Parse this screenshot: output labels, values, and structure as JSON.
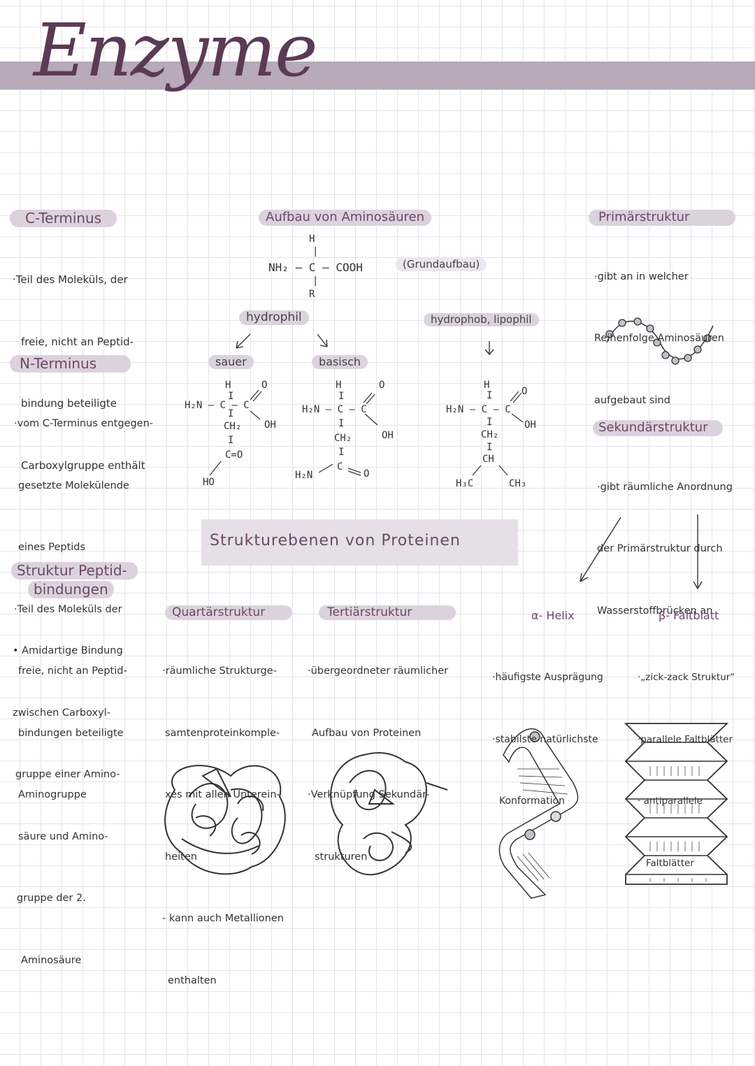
{
  "title": "Enzyme",
  "center": {
    "heading": "Aufbau von Aminosäuren",
    "grundaufbau": "(Grundaufbau)",
    "formula": {
      "h": "H",
      "nh2": "NH₂ – C – COOH",
      "r": "R"
    },
    "hydrophil": "hydrophil",
    "hydrophob": "hydrophob, lipophil",
    "sauer": "sauer",
    "basisch": "basisch"
  },
  "left": {
    "c_terminus": {
      "heading": "C-Terminus",
      "lines": [
        "·Teil des Moleküls, der",
        "freie, nicht an Peptid-",
        "bindung beteiligte",
        "Carboxylgruppe enthält"
      ]
    },
    "n_terminus": {
      "heading": "N-Terminus",
      "lines": [
        "·vom C-Terminus entgegen-",
        "gesetzte Molekülende",
        "eines Peptids",
        "·Teil des Moleküls der",
        "freie, nicht an Peptid-",
        "bindungen beteiligte",
        "Aminogruppe"
      ]
    },
    "peptid": {
      "heading1": "Struktur Peptid-",
      "heading2": "bindungen",
      "lines": [
        "• Amidartige Bindung",
        "zwischen Carboxyl-",
        "gruppe einer Amino-",
        "säure und Amino-",
        "gruppe der 2.",
        "Aminosäure"
      ]
    }
  },
  "right": {
    "primaer": {
      "heading": "Primärstruktur",
      "lines": [
        "·gibt an in welcher",
        "Reihenfolge Aminosäuren",
        "aufgebaut sind"
      ]
    },
    "sekundaer": {
      "heading": "Sekundärstruktur",
      "lines": [
        "·gibt räumliche Anordnung",
        "der Primärstruktur durch",
        "Wasserstoffbrücken an"
      ]
    }
  },
  "strukturebenen": "Strukturebenen von Proteinen",
  "bottom": {
    "quartaer": {
      "heading": "Quartärstruktur",
      "lines": [
        "·räumliche Strukturge-",
        "samtenproteinkomple-",
        "xes mit allen Unterein-",
        "heiten",
        "- kann auch Metallionen",
        "enthalten"
      ]
    },
    "tertiaer": {
      "heading": "Tertiärstruktur",
      "lines": [
        "·übergeordneter räumlicher",
        "Aufbau von Proteinen",
        "·Verknüpfung Sekundär-",
        "strukturen"
      ]
    },
    "helix": {
      "heading": "α- Helix",
      "lines": [
        "·häufigste Ausprägung",
        "·stabilste natürlichste",
        "Konformation"
      ]
    },
    "faltblatt": {
      "heading": "β- Faltblatt",
      "lines": [
        "·„zick-zack Struktur“",
        "·parallele Faltblätter",
        "· antiparallele",
        "Faltblätter"
      ]
    }
  },
  "colors": {
    "accent": "#6a4a66",
    "highlight": "#dcd2de",
    "title_bar": "#b8a9bb",
    "title": "#5b3a55"
  }
}
